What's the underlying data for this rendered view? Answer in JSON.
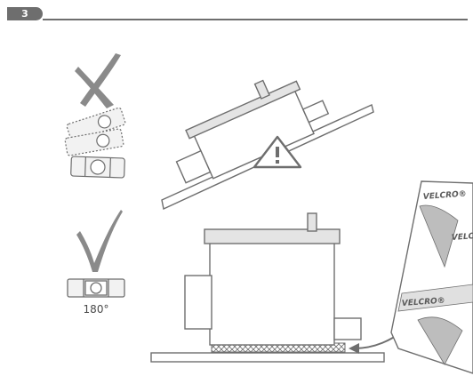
{
  "header": {
    "step_number": "3"
  },
  "level": {
    "angle_label": "180°"
  },
  "velcro_pack": {
    "brand_top": "VELCRO®",
    "brand_mid": "VELCR",
    "brand_bottom": "VELCRO®"
  },
  "indicators": {
    "wrong_icon": "cross-icon",
    "right_icon": "check-icon",
    "warning_icon": "warning-triangle-icon"
  },
  "colors": {
    "stroke": "#6e6e6e",
    "fill_light": "#ededed",
    "fill_mid": "#d6d6d6",
    "badge": "#6e6e6e"
  }
}
